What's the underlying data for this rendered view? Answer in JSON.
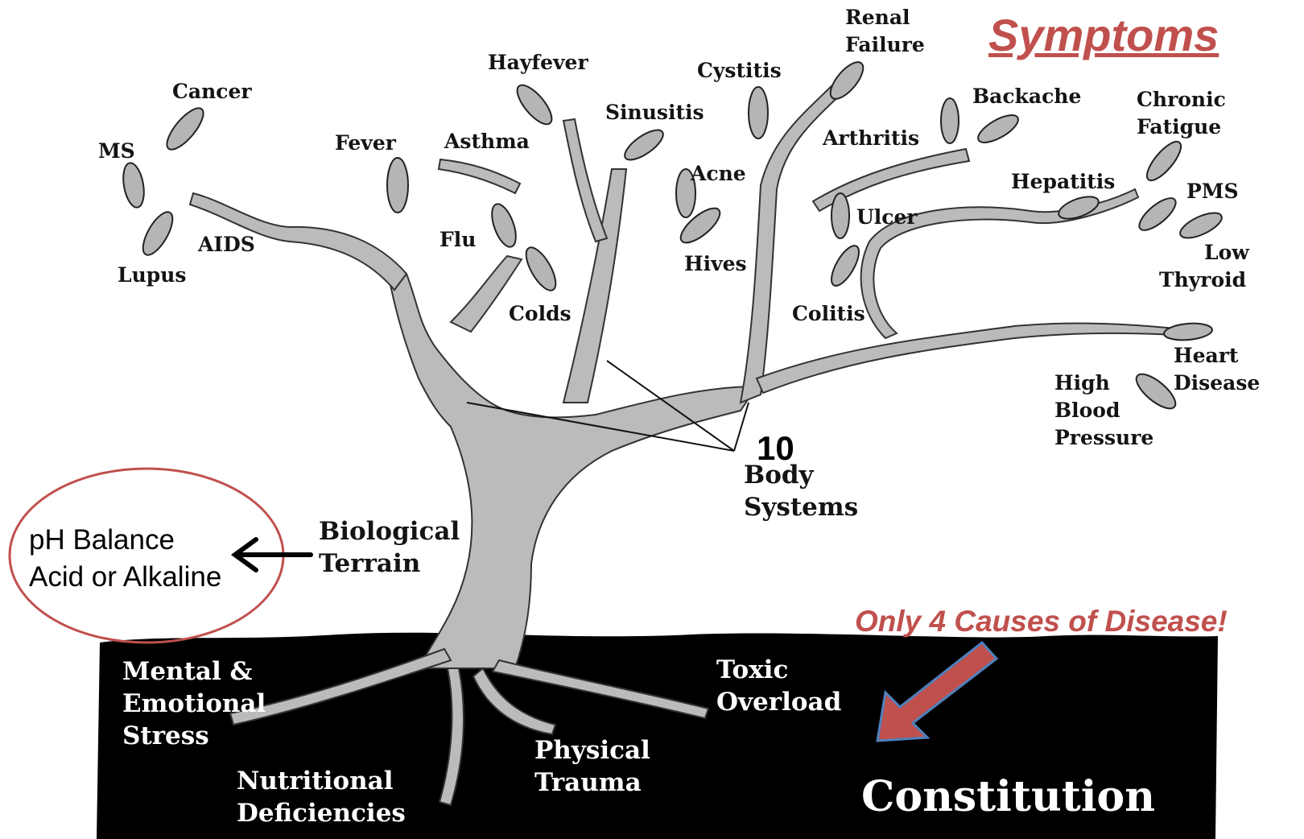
{
  "header": {
    "title": "Symptoms"
  },
  "symptoms": {
    "cancer": "Cancer",
    "ms": "MS",
    "aids": "AIDS",
    "lupus": "Lupus",
    "fever": "Fever",
    "asthma": "Asthma",
    "flu": "Flu",
    "colds": "Colds",
    "hayfever": "Hayfever",
    "sinusitis": "Sinusitis",
    "acne": "Acne",
    "hives": "Hives",
    "cystitis": "Cystitis",
    "renal_failure": [
      "Renal",
      "Failure"
    ],
    "arthritis": "Arthritis",
    "backache": "Backache",
    "ulcer": "Ulcer",
    "colitis": "Colitis",
    "hepatitis": "Hepatitis",
    "chronic_fatigue": [
      "Chronic",
      "Fatigue"
    ],
    "pms": "PMS",
    "low_thyroid": [
      "Low",
      "Thyroid"
    ],
    "heart_disease": [
      "Heart",
      "Disease"
    ],
    "high_blood_pressure": [
      "High",
      "Blood",
      "Pressure"
    ]
  },
  "body_systems": {
    "count": "10",
    "label": [
      "Body",
      "Systems"
    ]
  },
  "terrain": {
    "label": [
      "Biological",
      "Terrain"
    ],
    "ph_callout": [
      "pH Balance",
      "Acid or Alkaline"
    ]
  },
  "causes": {
    "note": "Only 4 Causes of Disease!",
    "mental": [
      "Mental &",
      "Emotional",
      "Stress"
    ],
    "nutritional": [
      "Nutritional",
      "Deficiencies"
    ],
    "physical": [
      "Physical",
      "Trauma"
    ],
    "toxic": [
      "Toxic",
      "Overload"
    ],
    "constitution": "Constitution"
  },
  "colors": {
    "accent_red": "#c0504d",
    "arrow_fill": "#c0504d",
    "arrow_outline": "#4f81bd",
    "tree_fill": "#b9b9b9",
    "ground": "#000000"
  }
}
